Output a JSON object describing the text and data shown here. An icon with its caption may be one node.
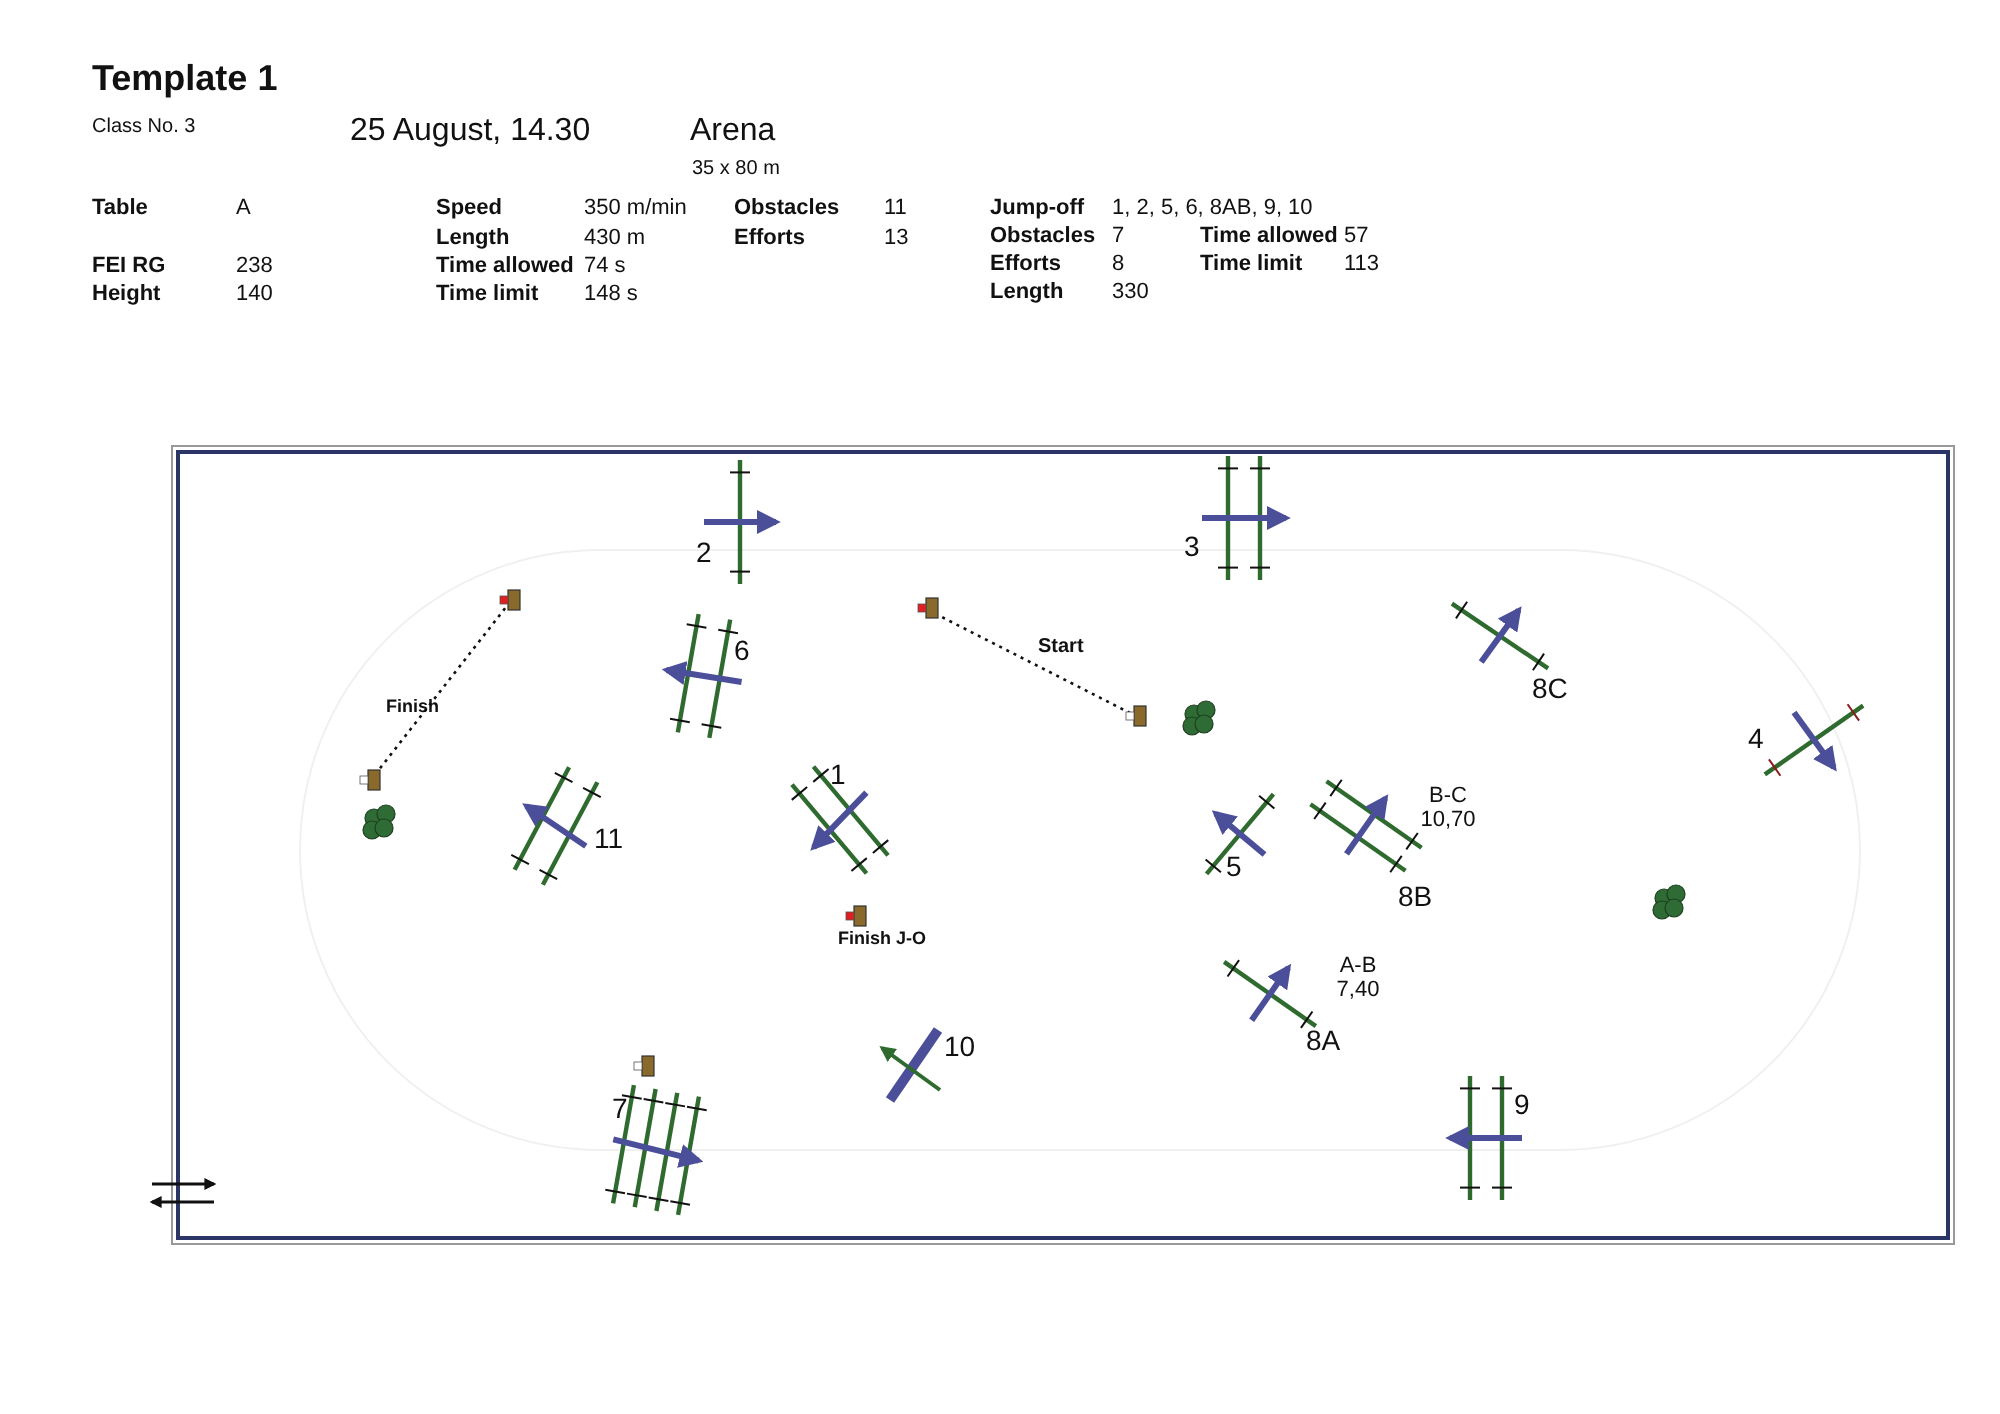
{
  "diagram": {
    "title": "Template 1",
    "labels": [
      "Class No. 3",
      "25 August, 14.30",
      "Arena",
      "35 x 80 m",
      "Table",
      "A",
      "Speed",
      "350 m/min",
      "Obstacles",
      "11",
      "Jump-off",
      "1, 2, 5, 6, 8AB, 9, 10",
      "Length",
      "430 m",
      "Efforts",
      "13",
      "Obstacles",
      "7",
      "Time allowed",
      "57",
      "FEI RG",
      "238",
      "Time allowed",
      "74 s",
      "Efforts",
      "8",
      "Time limit",
      "113",
      "Height",
      "140",
      "Time limit",
      "148 s",
      "Length",
      "330",
      "2",
      "3",
      "Start",
      "6",
      "Finish",
      "8C",
      "4",
      "1",
      "B-C 10,70",
      "11",
      "5",
      "8B",
      "Finish J-O",
      "A-B 7,40",
      "10",
      "8A",
      "7",
      "9"
    ]
  }
}
